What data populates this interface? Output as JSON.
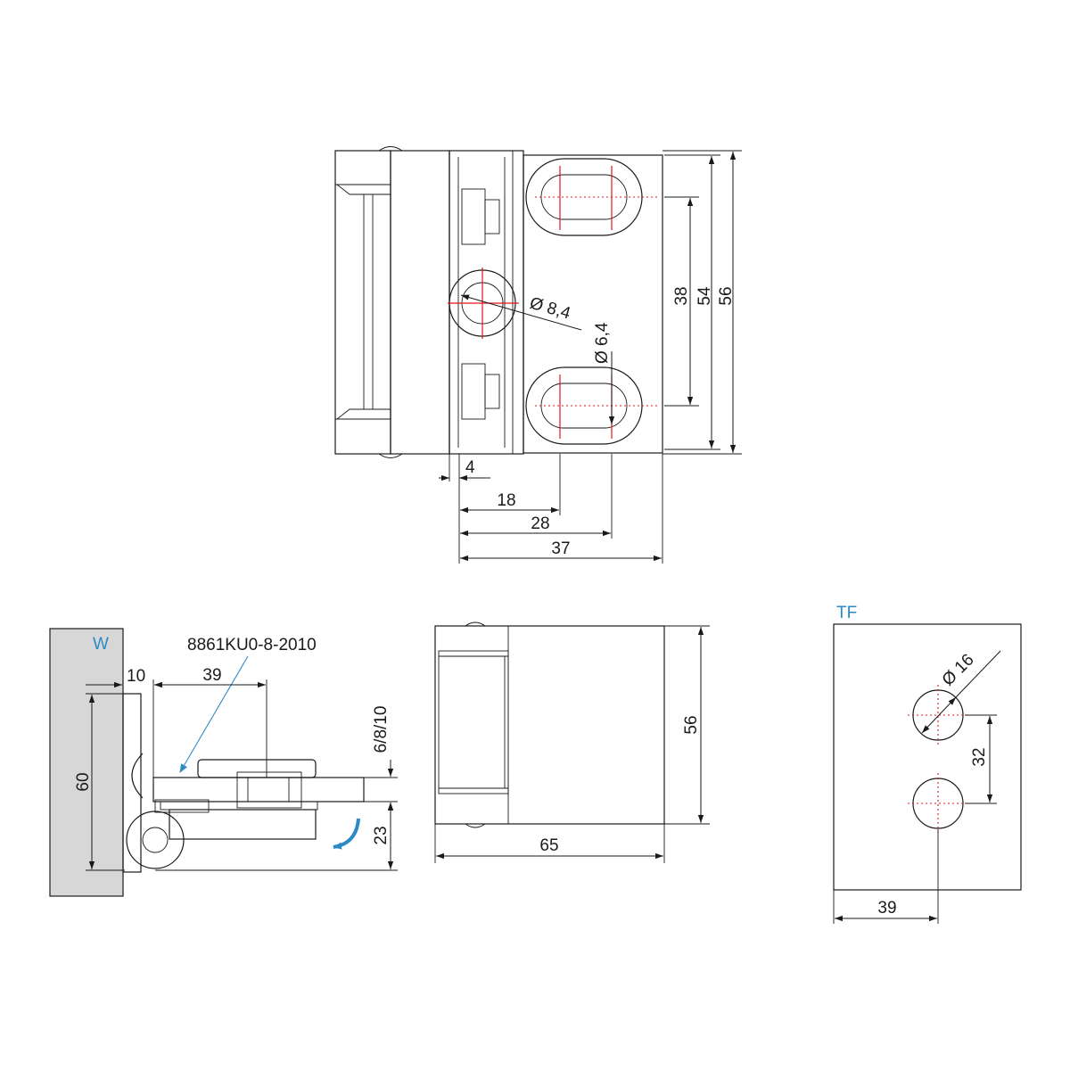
{
  "top_view": {
    "dims": {
      "d56": "56",
      "d54": "54",
      "d38": "38",
      "hole": "Ø 8,4",
      "slot": "Ø 6,4",
      "d4": "4",
      "d18": "18",
      "d28": "28",
      "d37": "37"
    }
  },
  "side_view": {
    "wall_label": "W",
    "part_number": "8861KU0-8-2010",
    "dims": {
      "d10": "10",
      "d39": "39",
      "glass": "6/8/10",
      "d60": "60",
      "d23": "23"
    }
  },
  "front_view": {
    "dims": {
      "d56": "56",
      "d65": "65"
    }
  },
  "glass_view": {
    "label": "TF",
    "dims": {
      "hole": "Ø 16",
      "d32": "32",
      "d39": "39"
    }
  },
  "colors": {
    "line": "#1a1a1a",
    "centerline": "#e0161b",
    "label_blue": "#2b8ac6",
    "glass_blue": "#bfe3f5"
  }
}
